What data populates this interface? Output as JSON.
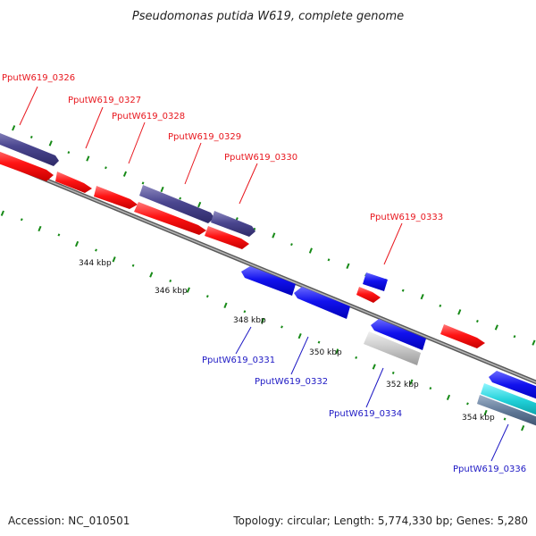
{
  "title": "Pseudomonas putida W619, complete genome",
  "footer": {
    "accession": "Accession: NC_010501",
    "summary": "Topology: circular; Length: 5,774,330 bp; Genes: 5,280"
  },
  "ticks": {
    "major_labels": [
      "344 kbp",
      "346 kbp",
      "348 kbp",
      "350 kbp",
      "352 kbp",
      "354 kbp"
    ]
  },
  "genes": {
    "forward": [
      "PputW619_0326",
      "PputW619_0327",
      "PputW619_0328",
      "PputW619_0329",
      "PputW619_0330",
      "PputW619_0333"
    ],
    "reverse": [
      "PputW619_0331",
      "PputW619_0332",
      "PputW619_0334",
      "PputW619_0336"
    ]
  },
  "colors": {
    "cds_forward": "#ff1a1a",
    "cds_reverse": "#1414f0",
    "gene_feature": "#4b4790",
    "other_feature": "#c8c8c8",
    "teal_feature": "#20d0d8",
    "backbone": "#8a8a8a",
    "tick": "#178a17",
    "forward_label": "#e8161d",
    "reverse_label": "#1d18c4"
  }
}
